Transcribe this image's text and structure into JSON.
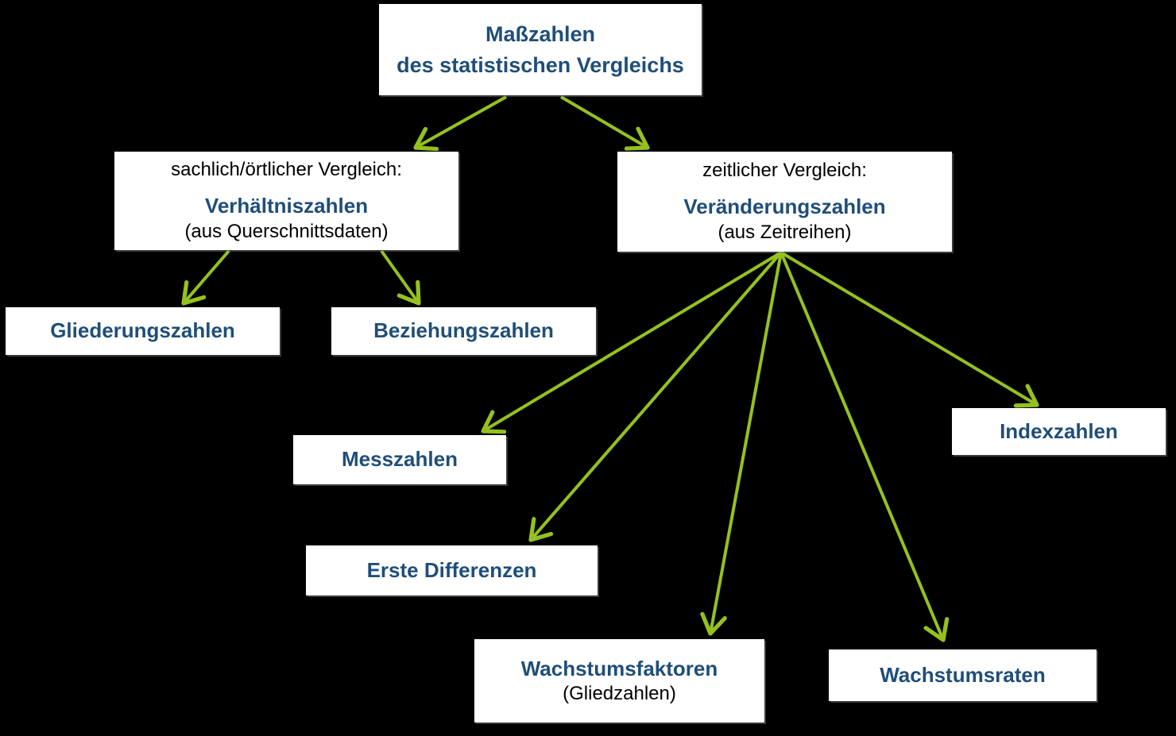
{
  "diagram": {
    "background_color": "#000000",
    "box_color": "#ffffff",
    "arrow_color": "#95c11f",
    "heading_text_color": "#1f4e79",
    "body_text_color": "#000000",
    "nodes": {
      "masszahlen": {
        "title": "Maßzahlen\ndes statistischen Vergleichs"
      },
      "verhaeltniszahlen": {
        "intro": "sachlich/örtlicher Vergleich:",
        "title": "Verhältniszahlen",
        "subtitle": "(aus Querschnittsdaten)"
      },
      "veraenderungszahlen": {
        "intro": "zeitlicher Vergleich:",
        "title": "Veränderungszahlen",
        "subtitle": "(aus Zeitreihen)"
      },
      "gliederungszahlen": {
        "title": "Gliederungszahlen"
      },
      "beziehungszahlen": {
        "title": "Beziehungszahlen"
      },
      "messzahlen": {
        "title": "Messzahlen"
      },
      "erste_differenzen": {
        "title": "Erste Differenzen"
      },
      "wachstumsfaktoren": {
        "title": "Wachstumsfaktoren",
        "subtitle": "(Gliedzahlen)"
      },
      "wachstumsraten": {
        "title": "Wachstumsraten"
      },
      "indexzahlen": {
        "title": "Indexzahlen"
      }
    },
    "edges": [
      {
        "from": "masszahlen",
        "to": "verhaeltniszahlen"
      },
      {
        "from": "masszahlen",
        "to": "veraenderungszahlen"
      },
      {
        "from": "verhaeltniszahlen",
        "to": "gliederungszahlen"
      },
      {
        "from": "verhaeltniszahlen",
        "to": "beziehungszahlen"
      },
      {
        "from": "veraenderungszahlen",
        "to": "messzahlen"
      },
      {
        "from": "veraenderungszahlen",
        "to": "erste_differenzen"
      },
      {
        "from": "veraenderungszahlen",
        "to": "wachstumsfaktoren"
      },
      {
        "from": "veraenderungszahlen",
        "to": "wachstumsraten"
      },
      {
        "from": "veraenderungszahlen",
        "to": "indexzahlen"
      }
    ]
  }
}
